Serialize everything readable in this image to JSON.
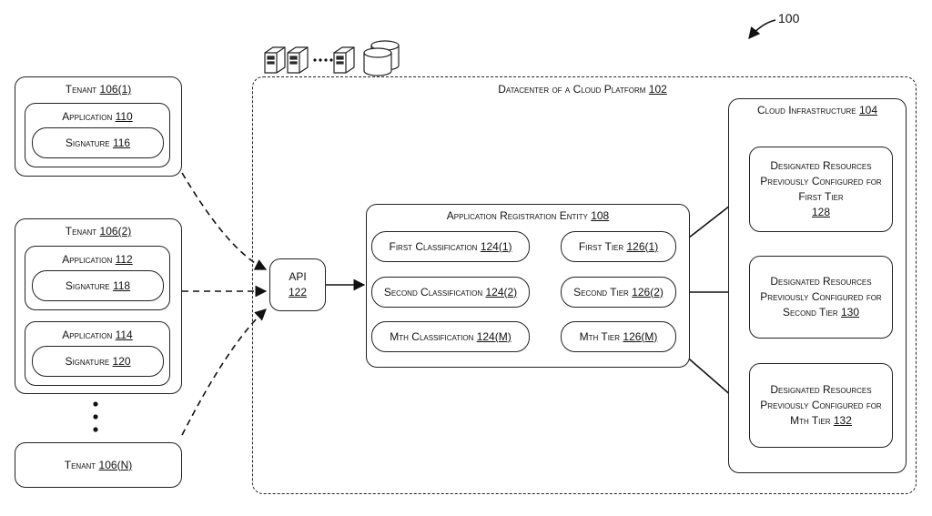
{
  "figure_ref": "100",
  "datacenter": {
    "label": "Datacenter of a Cloud Platform",
    "ref": "102"
  },
  "cloud_infra": {
    "label": "Cloud Infrastructure",
    "ref": "104"
  },
  "tenants": [
    {
      "label": "Tenant",
      "ref": "106(1)"
    },
    {
      "label": "Tenant",
      "ref": "106(2)"
    },
    {
      "label": "Tenant",
      "ref": "106(N)"
    }
  ],
  "applications": [
    {
      "label": "Application",
      "ref": "110",
      "sig_label": "Signature",
      "sig_ref": "116"
    },
    {
      "label": "Application",
      "ref": "112",
      "sig_label": "Signature",
      "sig_ref": "118"
    },
    {
      "label": "Application",
      "ref": "114",
      "sig_label": "Signature",
      "sig_ref": "120"
    }
  ],
  "api": {
    "label": "API",
    "ref": "122"
  },
  "registration": {
    "label": "Application Registration Entity",
    "ref": "108"
  },
  "classifications": [
    {
      "label": "First Classification",
      "ref": "124(1)"
    },
    {
      "label": "Second Classification",
      "ref": "124(2)"
    },
    {
      "label": "Mth Classification",
      "ref": "124(M)"
    }
  ],
  "tiers": [
    {
      "label": "First Tier",
      "ref": "126(1)"
    },
    {
      "label": "Second Tier",
      "ref": "126(2)"
    },
    {
      "label": "Mth Tier",
      "ref": "126(M)"
    }
  ],
  "resources": [
    {
      "line1": "Designated Resources",
      "line2": "Previously Configured for",
      "line3": "First Tier",
      "ref": "128"
    },
    {
      "line1": "Designated Resources",
      "line2": "Previously Configured for",
      "line3": "Second Tier",
      "ref": "130"
    },
    {
      "line1": "Designated Resources",
      "line2": "Previously Configured for",
      "line3": "Mth Tier",
      "ref": "132"
    }
  ]
}
